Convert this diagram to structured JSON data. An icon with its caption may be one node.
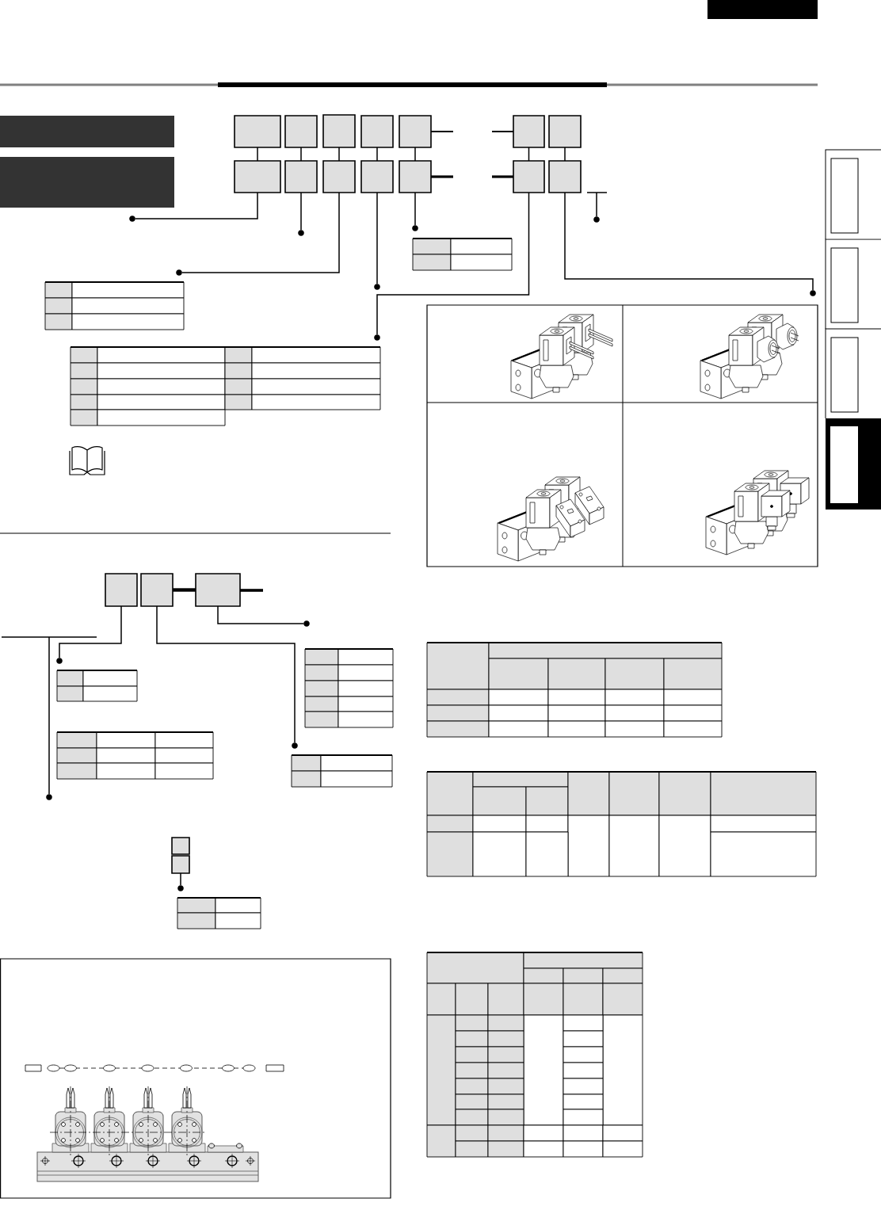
{
  "diagram": {
    "nodes": [
      {
        "text": [],
        "shape": "box"
      },
      {
        "text": [],
        "shape": "box"
      },
      {
        "text": [],
        "shape": "box"
      },
      {
        "text": [],
        "shape": "box"
      },
      {
        "text": [],
        "shape": "box"
      },
      {
        "text": [],
        "shape": "box"
      },
      {
        "text": [],
        "shape": "box"
      },
      {
        "text": [],
        "shape": "box"
      },
      {
        "text": [],
        "shape": "box"
      },
      {
        "text": [],
        "shape": "box"
      },
      {
        "text": [],
        "shape": "box"
      },
      {
        "text": [],
        "shape": "box"
      },
      {
        "text": [],
        "shape": "box"
      },
      {
        "text": [],
        "shape": "box"
      },
      {
        "text": [],
        "shape": "box"
      },
      {
        "text": [],
        "shape": "box"
      },
      {
        "text": [],
        "shape": "box"
      },
      {
        "text": [],
        "shape": "box"
      },
      {
        "text": [],
        "shape": "box"
      },
      {
        "text": [],
        "shape": "bar"
      },
      {
        "text": [],
        "shape": "bar"
      },
      {
        "text": [],
        "shape": "table"
      },
      {
        "text": [],
        "shape": "table"
      },
      {
        "text": [],
        "shape": "table"
      },
      {
        "text": [],
        "shape": "picture"
      },
      {
        "text": [],
        "shape": "table"
      },
      {
        "text": [],
        "shape": "table"
      },
      {
        "text": [],
        "shape": "table"
      },
      {
        "text": [],
        "shape": "table"
      },
      {
        "text": [],
        "shape": "table"
      },
      {
        "text": [],
        "shape": "table"
      },
      {
        "text": [],
        "shape": "table"
      },
      {
        "text": [],
        "shape": "table"
      },
      {
        "text": [],
        "shape": "dot"
      },
      {
        "text": [],
        "shape": "dot"
      },
      {
        "text": [],
        "shape": "dot"
      },
      {
        "text": [],
        "shape": "dot"
      },
      {
        "text": [],
        "shape": "dot"
      },
      {
        "text": [],
        "shape": "dot"
      },
      {
        "text": [],
        "shape": "dot"
      },
      {
        "text": [],
        "shape": "dot"
      },
      {
        "text": [],
        "shape": "dot"
      },
      {
        "text": [],
        "shape": "dot"
      },
      {
        "text": [],
        "shape": "dot"
      },
      {
        "text": [],
        "shape": "dot"
      },
      {
        "text": [],
        "shape": "dot"
      }
    ],
    "edges": [
      {
        "from": 0,
        "to": 7,
        "arrow": "none"
      },
      {
        "from": 1,
        "to": 8,
        "arrow": "none"
      },
      {
        "from": 2,
        "to": 9,
        "arrow": "none"
      },
      {
        "from": 3,
        "to": 10,
        "arrow": "none"
      },
      {
        "from": 4,
        "to": 11,
        "arrow": "none"
      },
      {
        "from": 5,
        "to": 12,
        "arrow": "none"
      },
      {
        "from": 6,
        "to": 13,
        "arrow": "none"
      },
      {
        "from": 7,
        "to": 33,
        "arrow": "none"
      },
      {
        "from": 8,
        "to": 34,
        "arrow": "none"
      },
      {
        "from": 9,
        "to": 35,
        "arrow": "none"
      },
      {
        "from": 10,
        "to": 36,
        "arrow": "none"
      },
      {
        "from": 11,
        "to": 37,
        "arrow": "none"
      },
      {
        "from": 12,
        "to": 38,
        "arrow": "none"
      },
      {
        "from": 13,
        "to": 39,
        "arrow": "none"
      },
      {
        "from": 14,
        "to": 40,
        "arrow": "none"
      },
      {
        "from": 15,
        "to": 41,
        "arrow": "none"
      },
      {
        "from": 15,
        "to": 16,
        "arrow": "none",
        "style": "thick"
      },
      {
        "from": 16,
        "to": 42,
        "arrow": "none"
      },
      {
        "from": 18,
        "to": 43,
        "arrow": "none"
      },
      {
        "from": 13,
        "to": 44,
        "arrow": "none"
      },
      {
        "from": null,
        "to": 45,
        "arrow": "none"
      }
    ]
  }
}
